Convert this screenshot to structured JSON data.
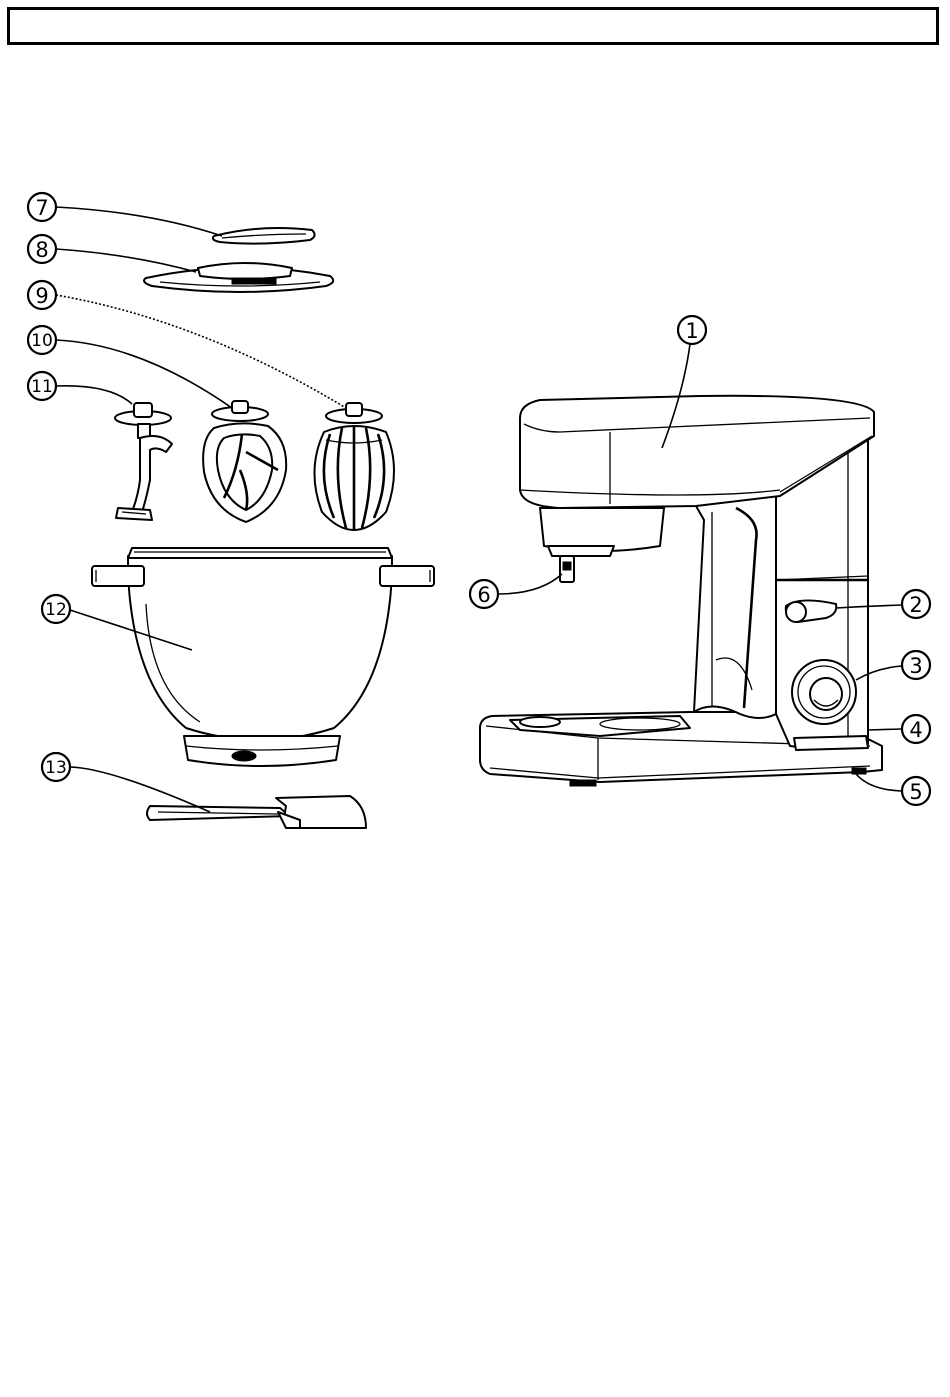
{
  "header": {
    "title": ""
  },
  "diagram": {
    "callouts": [
      {
        "id": "1",
        "label": "1"
      },
      {
        "id": "2",
        "label": "2"
      },
      {
        "id": "3",
        "label": "3"
      },
      {
        "id": "4",
        "label": "4"
      },
      {
        "id": "5",
        "label": "5"
      },
      {
        "id": "6",
        "label": "6"
      },
      {
        "id": "7",
        "label": "7"
      },
      {
        "id": "8",
        "label": "8"
      },
      {
        "id": "9",
        "label": "9"
      },
      {
        "id": "10",
        "label": "10"
      },
      {
        "id": "11",
        "label": "11"
      },
      {
        "id": "12",
        "label": "12"
      },
      {
        "id": "13",
        "label": "13"
      }
    ]
  },
  "colors": {
    "ink": "#000000",
    "paper": "#ffffff"
  }
}
